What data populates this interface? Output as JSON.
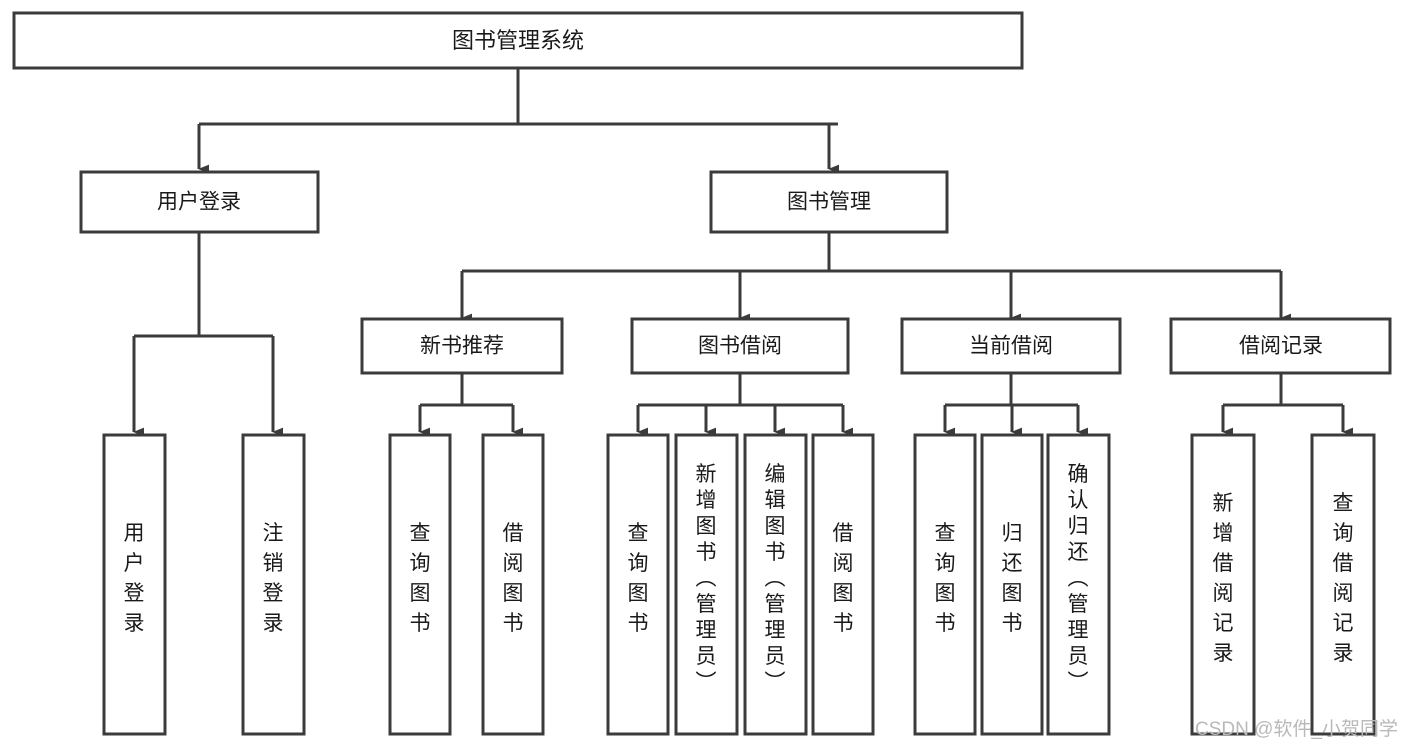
{
  "diagram": {
    "type": "tree-hierarchy-chart",
    "title": "图书管理系统",
    "stroke_color": "#3b3b3b",
    "fill_color": "#ffffff",
    "text_color": "#1a1a1a",
    "background_color": "#ffffff",
    "levels": {
      "root": {
        "label": "图书管理系统"
      },
      "level2": [
        {
          "label": "用户登录"
        },
        {
          "label": "图书管理"
        }
      ],
      "level3": [
        {
          "label": "新书推荐"
        },
        {
          "label": "图书借阅"
        },
        {
          "label": "当前借阅"
        },
        {
          "label": "借阅记录"
        }
      ],
      "leaves": {
        "user_login": [
          {
            "label": "用户登录"
          },
          {
            "label": "注销登录"
          }
        ],
        "new_book_recommend": [
          {
            "label": "查询图书"
          },
          {
            "label": "借阅图书"
          }
        ],
        "book_borrow": [
          {
            "label": "查询图书"
          },
          {
            "label": "新增图书（管理员）"
          },
          {
            "label": "编辑图书（管理员）"
          },
          {
            "label": "借阅图书"
          }
        ],
        "current_borrow": [
          {
            "label": "查询图书"
          },
          {
            "label": "归还图书"
          },
          {
            "label": "确认归还（管理员）"
          }
        ],
        "borrow_record": [
          {
            "label": "新增借阅记录"
          },
          {
            "label": "查询借阅记录"
          }
        ]
      }
    }
  },
  "watermark": {
    "text": "CSDN @软件_小贺同学"
  }
}
